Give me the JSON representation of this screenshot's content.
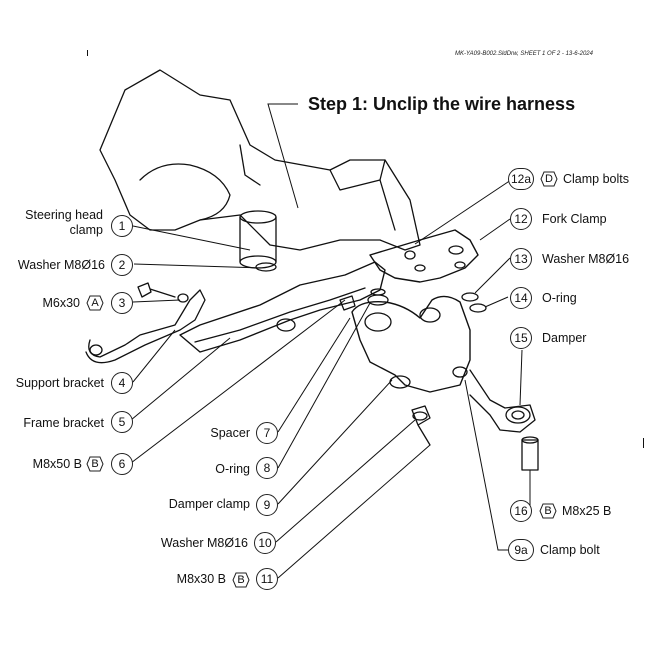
{
  "header": {
    "sheet_reference": "MK-YA09-B002.SldDrw, SHEET 1 OF 2 - 13-6-2024",
    "step_title": "Step 1: Unclip the wire harness"
  },
  "parts": [
    {
      "number": "1",
      "label": "Steering head clamp",
      "label_line1": "Steering head",
      "label_line2": "clamp"
    },
    {
      "number": "2",
      "label": "Washer M8Ø16"
    },
    {
      "number": "3",
      "label": "M6x30",
      "letter": "A"
    },
    {
      "number": "4",
      "label": "Support bracket"
    },
    {
      "number": "5",
      "label": "Frame bracket"
    },
    {
      "number": "6",
      "label": "M8x50 B",
      "letter": "B"
    },
    {
      "number": "7",
      "label": "Spacer"
    },
    {
      "number": "8",
      "label": "O-ring"
    },
    {
      "number": "9",
      "label": "Damper clamp"
    },
    {
      "number": "10",
      "label": "Washer M8Ø16"
    },
    {
      "number": "11",
      "label": "M8x30 B",
      "letter": "B"
    },
    {
      "number": "12a",
      "label": "Clamp bolts",
      "letter": "D"
    },
    {
      "number": "12",
      "label": "Fork Clamp"
    },
    {
      "number": "13",
      "label": "Washer M8Ø16"
    },
    {
      "number": "14",
      "label": "O-ring"
    },
    {
      "number": "15",
      "label": "Damper"
    },
    {
      "number": "16",
      "label": "M8x25 B",
      "letter": "B"
    },
    {
      "number": "9a",
      "label": "Clamp bolt"
    }
  ]
}
